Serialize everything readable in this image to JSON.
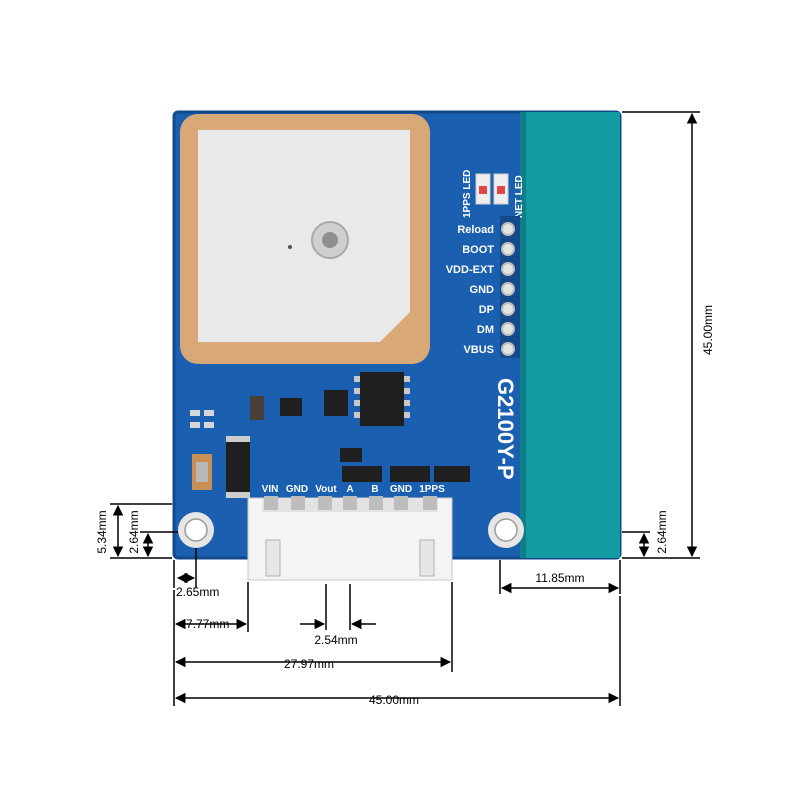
{
  "board": {
    "model": "G2100Y-P",
    "led_labels": {
      "pps": "1PPS LED",
      "net": "NET LED"
    },
    "side_pins": [
      "Reload",
      "BOOT",
      "VDD-EXT",
      "GND",
      "DP",
      "DM",
      "VBUS"
    ],
    "connector_pins": [
      "VIN",
      "GND",
      "Vout",
      "A",
      "B",
      "GND",
      "1PPS"
    ],
    "colors": {
      "pcb": "#1a5fb0",
      "pcb_dark": "#134a8c",
      "antenna_strip": "#149aa3",
      "ceramic_border": "#d9a877",
      "ceramic_face": "#e9e9e9",
      "connector": "#f4f4f4"
    }
  },
  "dimensions": {
    "total_height": "45.00mm",
    "total_width": "45.00mm",
    "connector_width": "27.97mm",
    "pin_pitch": "2.54mm",
    "connector_offset": "7.77mm",
    "hole_offset_x": "2.65mm",
    "hole_offset_y_left": "2.64mm",
    "edge_to_hole_right_y": "2.64mm",
    "left_tab_height": "5.34mm",
    "strip_width": "11.85mm"
  }
}
